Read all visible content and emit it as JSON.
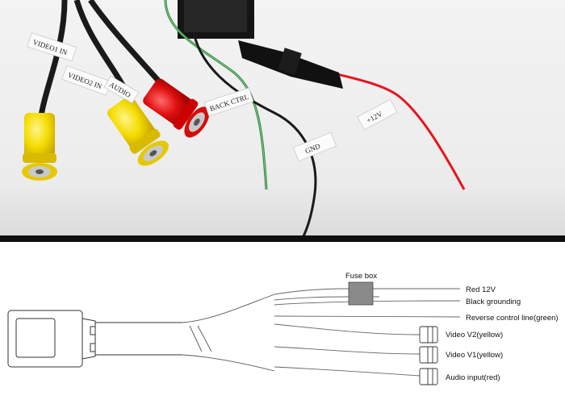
{
  "photo": {
    "tags": {
      "video1": "VIDEO1 IN",
      "video2": "VIDEO2 IN",
      "audio": "AUDIO",
      "back_ctrl": "BACK CTRL",
      "gnd": "GND",
      "plus12v": "+12V"
    },
    "colors": {
      "red_wire": "#e8141e",
      "yellow_connector": "#f5e400",
      "red_connector": "#e01010",
      "green_wire": "#2a8a3a"
    }
  },
  "diagram": {
    "fuse_box_label": "Fuse box",
    "labels": {
      "red": "Red 12V",
      "black": "Black grounding",
      "reverse": "Reverse control line(green)",
      "video2": "Video V2(yellow)",
      "video1": "Video V1(yellow)",
      "audio": "Audio input(red)"
    }
  }
}
